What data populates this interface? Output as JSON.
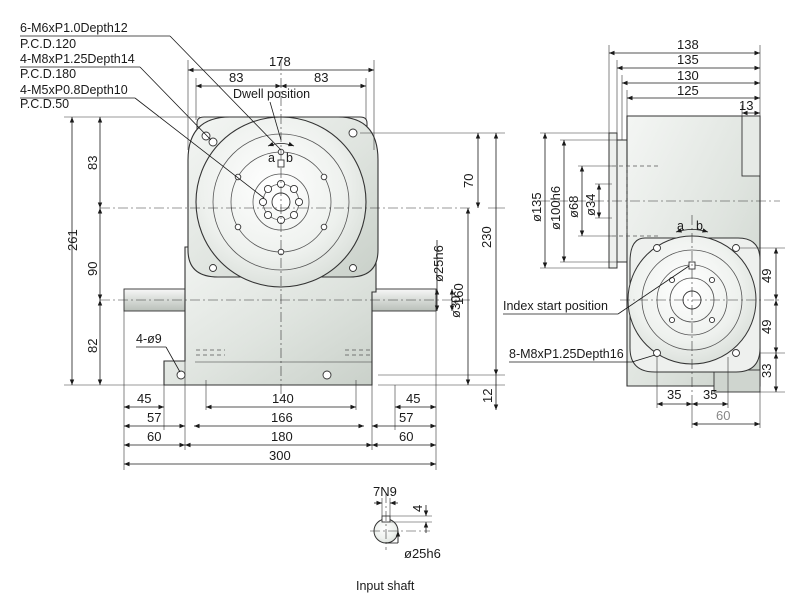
{
  "colors": {
    "housing": "#d8ded8",
    "housing_light": "#f2f4f2",
    "line": "#1a1a1a"
  },
  "callouts": {
    "tap1": "6-M6xP1.0Depth12",
    "pcd1": "P.C.D.120",
    "tap2": "4-M8xP1.25Depth14",
    "pcd2": "P.C.D.180",
    "tap3": "4-M5xP0.8Depth10",
    "pcd3": "P.C.D.50",
    "dwell": "Dwell position",
    "a": "a",
    "b": "b",
    "holes": "4-ø9",
    "index_start": "Index start position",
    "side_tap": "8-M8xP1.25Depth16"
  },
  "front_view": {
    "top_dims": {
      "total": "178",
      "left": "83",
      "right": "83"
    },
    "left_dims": {
      "total": "261",
      "upper": "83",
      "middle": "90",
      "lower": "82"
    },
    "right_dims": {
      "d70": "70",
      "d230": "230",
      "shaft_dia": "ø25h6",
      "d160": "160",
      "d30": "ø30",
      "d12": "12"
    },
    "bottom_dims": {
      "l45": "45",
      "l57": "57",
      "l60": "60",
      "c140": "140",
      "c166": "166",
      "c180": "180",
      "r45": "45",
      "r57": "57",
      "r60": "60",
      "total": "300"
    }
  },
  "side_view": {
    "top_dims": {
      "d138": "138",
      "d135": "135",
      "d130": "130",
      "d125": "125",
      "d13": "13"
    },
    "diameters": {
      "d135": "ø135",
      "d100": "ø100h6",
      "d68": "ø68",
      "d34": "ø34"
    },
    "right_dims": {
      "d49a": "49",
      "d49b": "49",
      "d33": "33"
    },
    "bottom_dims": {
      "l35": "35",
      "r35": "35",
      "d60": "60"
    }
  },
  "input_shaft": {
    "key": "7N9",
    "depth": "4",
    "diameter": "ø25h6",
    "title": "Input shaft"
  }
}
